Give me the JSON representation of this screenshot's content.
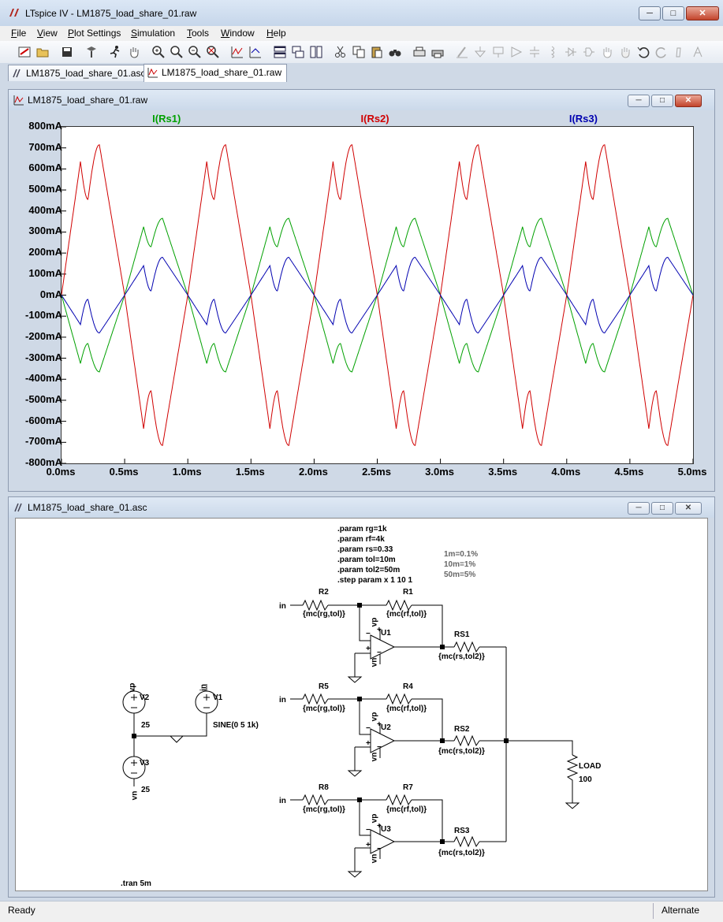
{
  "window": {
    "title": "LTspice IV - LM1875_load_share_01.raw",
    "min_glyph": "─",
    "max_glyph": "□",
    "close_glyph": "✕"
  },
  "menu": [
    {
      "label": "File",
      "accel": "F",
      "rest": "ile"
    },
    {
      "label": "View",
      "accel": "V",
      "rest": "iew"
    },
    {
      "label": "Plot Settings",
      "accel": "P",
      "rest": "lot Settings"
    },
    {
      "label": "Simulation",
      "accel": "S",
      "rest": "imulation"
    },
    {
      "label": "Tools",
      "accel": "T",
      "rest": "ools"
    },
    {
      "label": "Window",
      "accel": "W",
      "rest": "indow"
    },
    {
      "label": "Help",
      "accel": "H",
      "rest": "elp"
    }
  ],
  "toolbar_icons": [
    "open-schematic-icon",
    "open-folder-icon",
    "save-icon",
    "control-panel-icon",
    "run-icon",
    "pan-hand-icon",
    "zoom-in-icon",
    "zoom-area-icon",
    "zoom-out-icon",
    "zoom-cancel-icon",
    "autorange-icon",
    "mark-icon",
    "tile-horizontal-icon",
    "cascade-icon",
    "tile-vertical-icon",
    "cut-icon",
    "copy-icon",
    "paste-icon",
    "find-icon",
    "print-setup-icon",
    "print-icon",
    "wire-icon",
    "ground-icon",
    "label-net-icon",
    "component-icon",
    "capacitor-icon",
    "inductor-icon",
    "diode-icon",
    "drag-icon",
    "move-icon",
    "undo-icon",
    "redo-icon",
    "text-icon",
    "spice-directive-icon"
  ],
  "tabs": [
    {
      "label": "LM1875_load_share_01.asc",
      "icon": "schematic-icon",
      "active": false
    },
    {
      "label": "LM1875_load_share_01.raw",
      "icon": "waveform-icon",
      "active": true
    }
  ],
  "plot_window": {
    "title": "LM1875_load_share_01.raw"
  },
  "chart_data": {
    "type": "line",
    "xlabel": "",
    "ylabel": "",
    "xlim": [
      0,
      5
    ],
    "ylim": [
      -800,
      800
    ],
    "x_ticks": [
      "0.0ms",
      "0.5ms",
      "1.0ms",
      "1.5ms",
      "2.0ms",
      "2.5ms",
      "3.0ms",
      "3.5ms",
      "4.0ms",
      "4.5ms",
      "5.0ms"
    ],
    "y_ticks": [
      "800mA",
      "700mA",
      "600mA",
      "500mA",
      "400mA",
      "300mA",
      "200mA",
      "100mA",
      "0mA",
      "-100mA",
      "-200mA",
      "-300mA",
      "-400mA",
      "-500mA",
      "-600mA",
      "-700mA",
      "-800mA"
    ],
    "grid": false,
    "legend": "top",
    "series": [
      {
        "name": "I(Rs1)",
        "color": "#00a000",
        "peak_mA": 365,
        "shoulder_mA": 325,
        "dip_mA": 230,
        "frequency_khz": 1
      },
      {
        "name": "I(Rs2)",
        "color": "#d00000",
        "peak_mA": 715,
        "shoulder_mA": 635,
        "dip_mA": 455,
        "frequency_khz": 1
      },
      {
        "name": "I(Rs3)",
        "color": "#0000b0",
        "peak_mA": 180,
        "shoulder_mA": 140,
        "dip_mA": 20,
        "frequency_khz": 1
      }
    ]
  },
  "schematic_window": {
    "title": "LM1875_load_share_01.asc"
  },
  "schematic": {
    "directives": [
      ".param rg=1k",
      ".param rf=4k",
      ".param rs=0.33",
      ".param tol=10m",
      ".param tol2=50m",
      ".step param x 1 10 1"
    ],
    "notes": [
      "1m=0.1%",
      "10m=1%",
      "50m=5%"
    ],
    "tran": ".tran 5m",
    "net_in": "in",
    "net_vp": "vp",
    "net_vn": "vn",
    "plus": "+",
    "minus": "−",
    "rg_value": "{mc(rg,tol)}",
    "rf_value": "{mc(rf,tol)}",
    "rs_value": "{mc(rs,tol2)}",
    "stages": [
      {
        "rg": "R2",
        "rf": "R1",
        "u": "U1",
        "rs": "RS1"
      },
      {
        "rg": "R5",
        "rf": "R4",
        "u": "U2",
        "rs": "RS2"
      },
      {
        "rg": "R8",
        "rf": "R7",
        "u": "U3",
        "rs": "RS3"
      }
    ],
    "v1": {
      "name": "V1",
      "value": "SINE(0 5 1k)",
      "net": "in"
    },
    "v2": {
      "name": "V2",
      "value": "25",
      "net": "vp"
    },
    "v3": {
      "name": "V3",
      "value": "25",
      "net": "vn"
    },
    "load": {
      "name": "LOAD",
      "value": "100"
    }
  },
  "status": {
    "left": "Ready",
    "right": "Alternate"
  }
}
